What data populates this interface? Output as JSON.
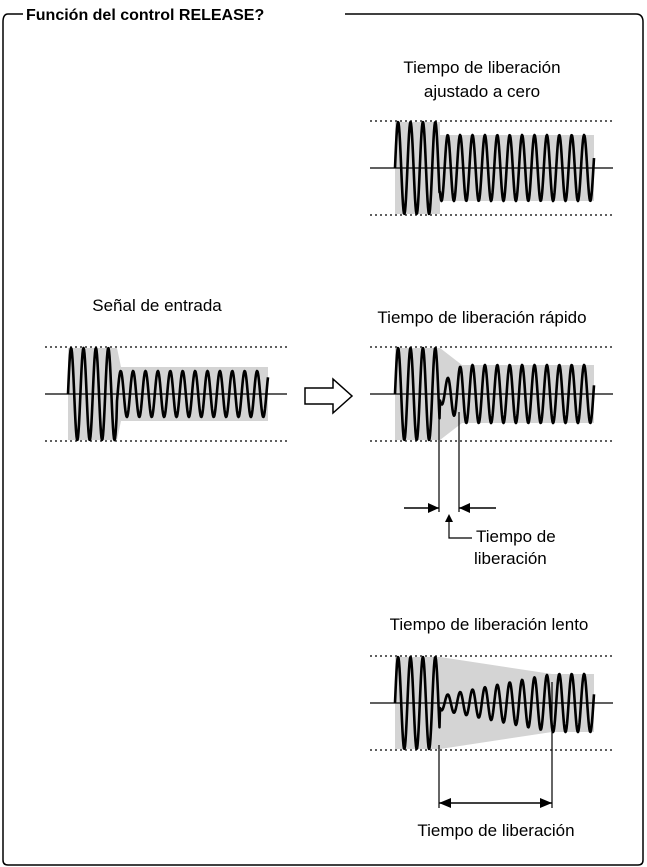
{
  "title": "Función del control RELEASE?",
  "labels": {
    "input": "Señal de entrada",
    "zero_line1": "Tiempo de liberación",
    "zero_line2": "ajustado a cero",
    "fast": "Tiempo de liberación rápido",
    "release_time_line1": "Tiempo de",
    "release_time_line2": "liberación",
    "slow": "Tiempo de liberación lento",
    "release_time_bottom": "Tiempo de liberación"
  },
  "colors": {
    "stroke": "#000000",
    "envelope_fill": "#d4d4d4",
    "background": "#ffffff"
  },
  "icons": {
    "arrow": "hollow-right-arrow-icon"
  }
}
